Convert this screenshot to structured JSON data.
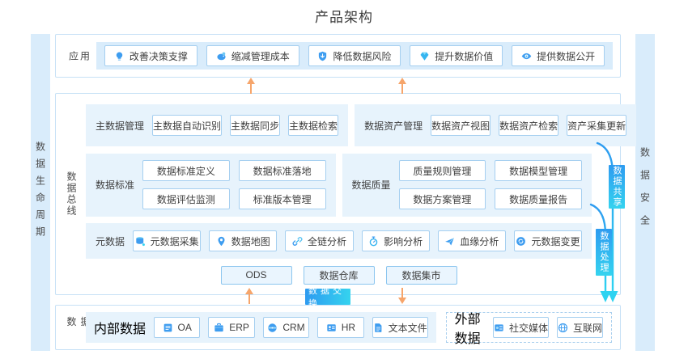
{
  "title": "产品架构",
  "colors": {
    "accent_blue": "#3E9DF0",
    "accent_cyan": "#35D3EF",
    "arrow_orange": "#F6A56B",
    "bar_bg": "#D9ECFB",
    "group_bg": "#E7F3FC",
    "button_border": "#A5CFF0",
    "section_border": "#C7E1F6"
  },
  "lifecycle_bar": {
    "label": "数据生命周期"
  },
  "security_bar": {
    "label": "数据安全"
  },
  "app_section": {
    "label": "应用",
    "items": [
      {
        "icon": "lightbulb-icon",
        "label": "改善决策支撑"
      },
      {
        "icon": "piggy-bank-icon",
        "label": "缩减管理成本"
      },
      {
        "icon": "shield-icon",
        "label": "降低数据风险"
      },
      {
        "icon": "diamond-icon",
        "label": "提升数据价值"
      },
      {
        "icon": "eye-icon",
        "label": "提供数据公开"
      }
    ]
  },
  "bus_section": {
    "label": "数据总线",
    "master_data": {
      "label": "主数据管理",
      "items": [
        "主数据自动识别",
        "主数据同步",
        "主数据检索"
      ]
    },
    "data_asset": {
      "label": "数据资产管理",
      "items": [
        "数据资产视图",
        "数据资产检索",
        "资产采集更新"
      ]
    },
    "data_standard": {
      "label": "数据标准",
      "items": [
        "数据标准定义",
        "数据标准落地",
        "数据评估监测",
        "标准版本管理"
      ]
    },
    "data_quality": {
      "label": "数据质量",
      "items": [
        "质量规则管理",
        "数据模型管理",
        "数据方案管理",
        "数据质量报告"
      ]
    },
    "metadata": {
      "label": "元数据",
      "items": [
        {
          "icon": "database-icon",
          "label": "元数据采集"
        },
        {
          "icon": "map-pin-icon",
          "label": "数据地图"
        },
        {
          "icon": "link-icon",
          "label": "全链分析"
        },
        {
          "icon": "stopwatch-icon",
          "label": "影响分析"
        },
        {
          "icon": "paper-plane-icon",
          "label": "血缘分析"
        },
        {
          "icon": "refresh-icon",
          "label": "元数据变更"
        }
      ]
    },
    "storage": [
      "ODS",
      "数据仓库",
      "数据集市"
    ]
  },
  "flows": {
    "exchange_label": "数据交换",
    "share_label": "数据共享",
    "process_label": "数据处理"
  },
  "source_section": {
    "label": "数据源",
    "internal": {
      "label": "内部数据",
      "items": [
        {
          "icon": "oa-doc-icon",
          "label": "OA"
        },
        {
          "icon": "briefcase-icon",
          "label": "ERP"
        },
        {
          "icon": "disc-icon",
          "label": "CRM"
        },
        {
          "icon": "id-card-icon",
          "label": "HR"
        },
        {
          "icon": "text-file-icon",
          "label": "文本文件"
        }
      ]
    },
    "external": {
      "label": "外部数据",
      "items": [
        {
          "icon": "social-media-icon",
          "label": "社交媒体"
        },
        {
          "icon": "globe-icon",
          "label": "互联网"
        }
      ]
    }
  }
}
